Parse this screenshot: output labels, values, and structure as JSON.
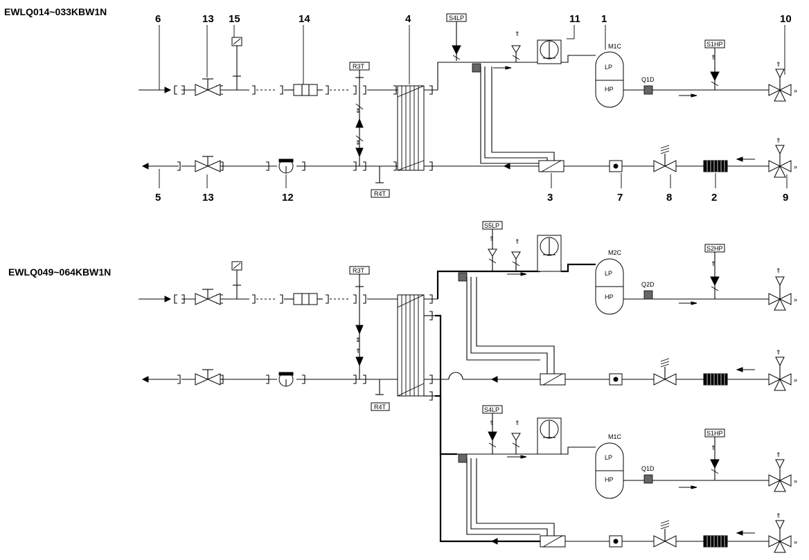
{
  "diagram": {
    "models": {
      "small": "EWLQ014~033KBW1N",
      "large": "EWLQ049~064KBW1N"
    },
    "callouts": {
      "n1": "1",
      "n2": "2",
      "n3": "3",
      "n4": "4",
      "n5": "5",
      "n6": "6",
      "n7": "7",
      "n8": "8",
      "n9": "9",
      "n10": "10",
      "n11": "11",
      "n12": "12",
      "n13": "13",
      "n14": "14",
      "n15": "15"
    },
    "sensors": {
      "r3t": "R3T",
      "r4t": "R4T",
      "s4lp": "S4LP",
      "s5lp": "S5LP",
      "s1hp": "S1HP",
      "s2hp": "S2HP"
    },
    "components": {
      "m1c": "M1C",
      "m2c": "M2C",
      "lp": "LP",
      "hp": "HP",
      "q1d": "Q1D",
      "q2d": "Q2D"
    },
    "connector_glyph": "»"
  }
}
